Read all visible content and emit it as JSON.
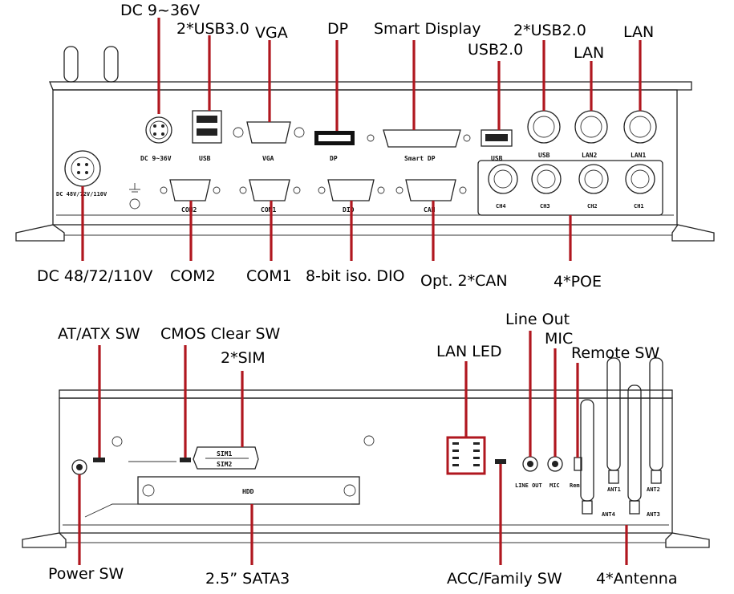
{
  "colors": {
    "leader": "#b0171f",
    "drawing": "#222222",
    "background": "#ffffff"
  },
  "front_panel": {
    "callouts": {
      "dc_9_36v": "DC 9~36V",
      "usb30": "2*USB3.0",
      "vga": "VGA",
      "dp": "DP",
      "smart_display": "Smart Display",
      "usb20_single": "USB2.0",
      "usb20_double": "2*USB2.0",
      "lan_a": "LAN",
      "lan_b": "LAN",
      "dc_48_110v": "DC 48/72/110V",
      "com2": "COM2",
      "com1": "COM1",
      "dio": "8-bit iso. DIO",
      "can": "Opt. 2*CAN",
      "poe": "4*POE"
    },
    "silkscreen": {
      "dc": "DC  9~36V",
      "usb3": "USB",
      "vga": "VGA",
      "dp": "DP",
      "smart_dp": "Smart DP",
      "usb2_single": "USB",
      "usb2_m12": "USB",
      "lan2": "LAN2",
      "lan1": "LAN1",
      "dc_high": "DC 48V/72V/110V",
      "com2": "COM2",
      "com1": "COM1",
      "dio": "DIO",
      "can": "CAN",
      "ch4": "CH4",
      "ch3": "CH3",
      "ch2": "CH2",
      "ch1": "CH1"
    }
  },
  "rear_panel": {
    "callouts": {
      "at_atx": "AT/ATX SW",
      "cmos": "CMOS Clear SW",
      "sim": "2*SIM",
      "lan_led": "LAN LED",
      "line_out": "Line Out",
      "mic": "MIC",
      "remote_sw": "Remote SW",
      "power_sw": "Power SW",
      "sata": "2.5”  SATA3",
      "acc_family": "ACC/Family SW",
      "antenna": "4*Antenna"
    },
    "silkscreen": {
      "sim1": "SIM1",
      "sim2": "SIM2",
      "hdd": "HDD",
      "line_out": "LINE OUT",
      "mic": "MIC",
      "remote": "Rem",
      "ant1": "ANT1",
      "ant2": "ANT2",
      "ant3": "ANT3",
      "ant4": "ANT4"
    }
  }
}
